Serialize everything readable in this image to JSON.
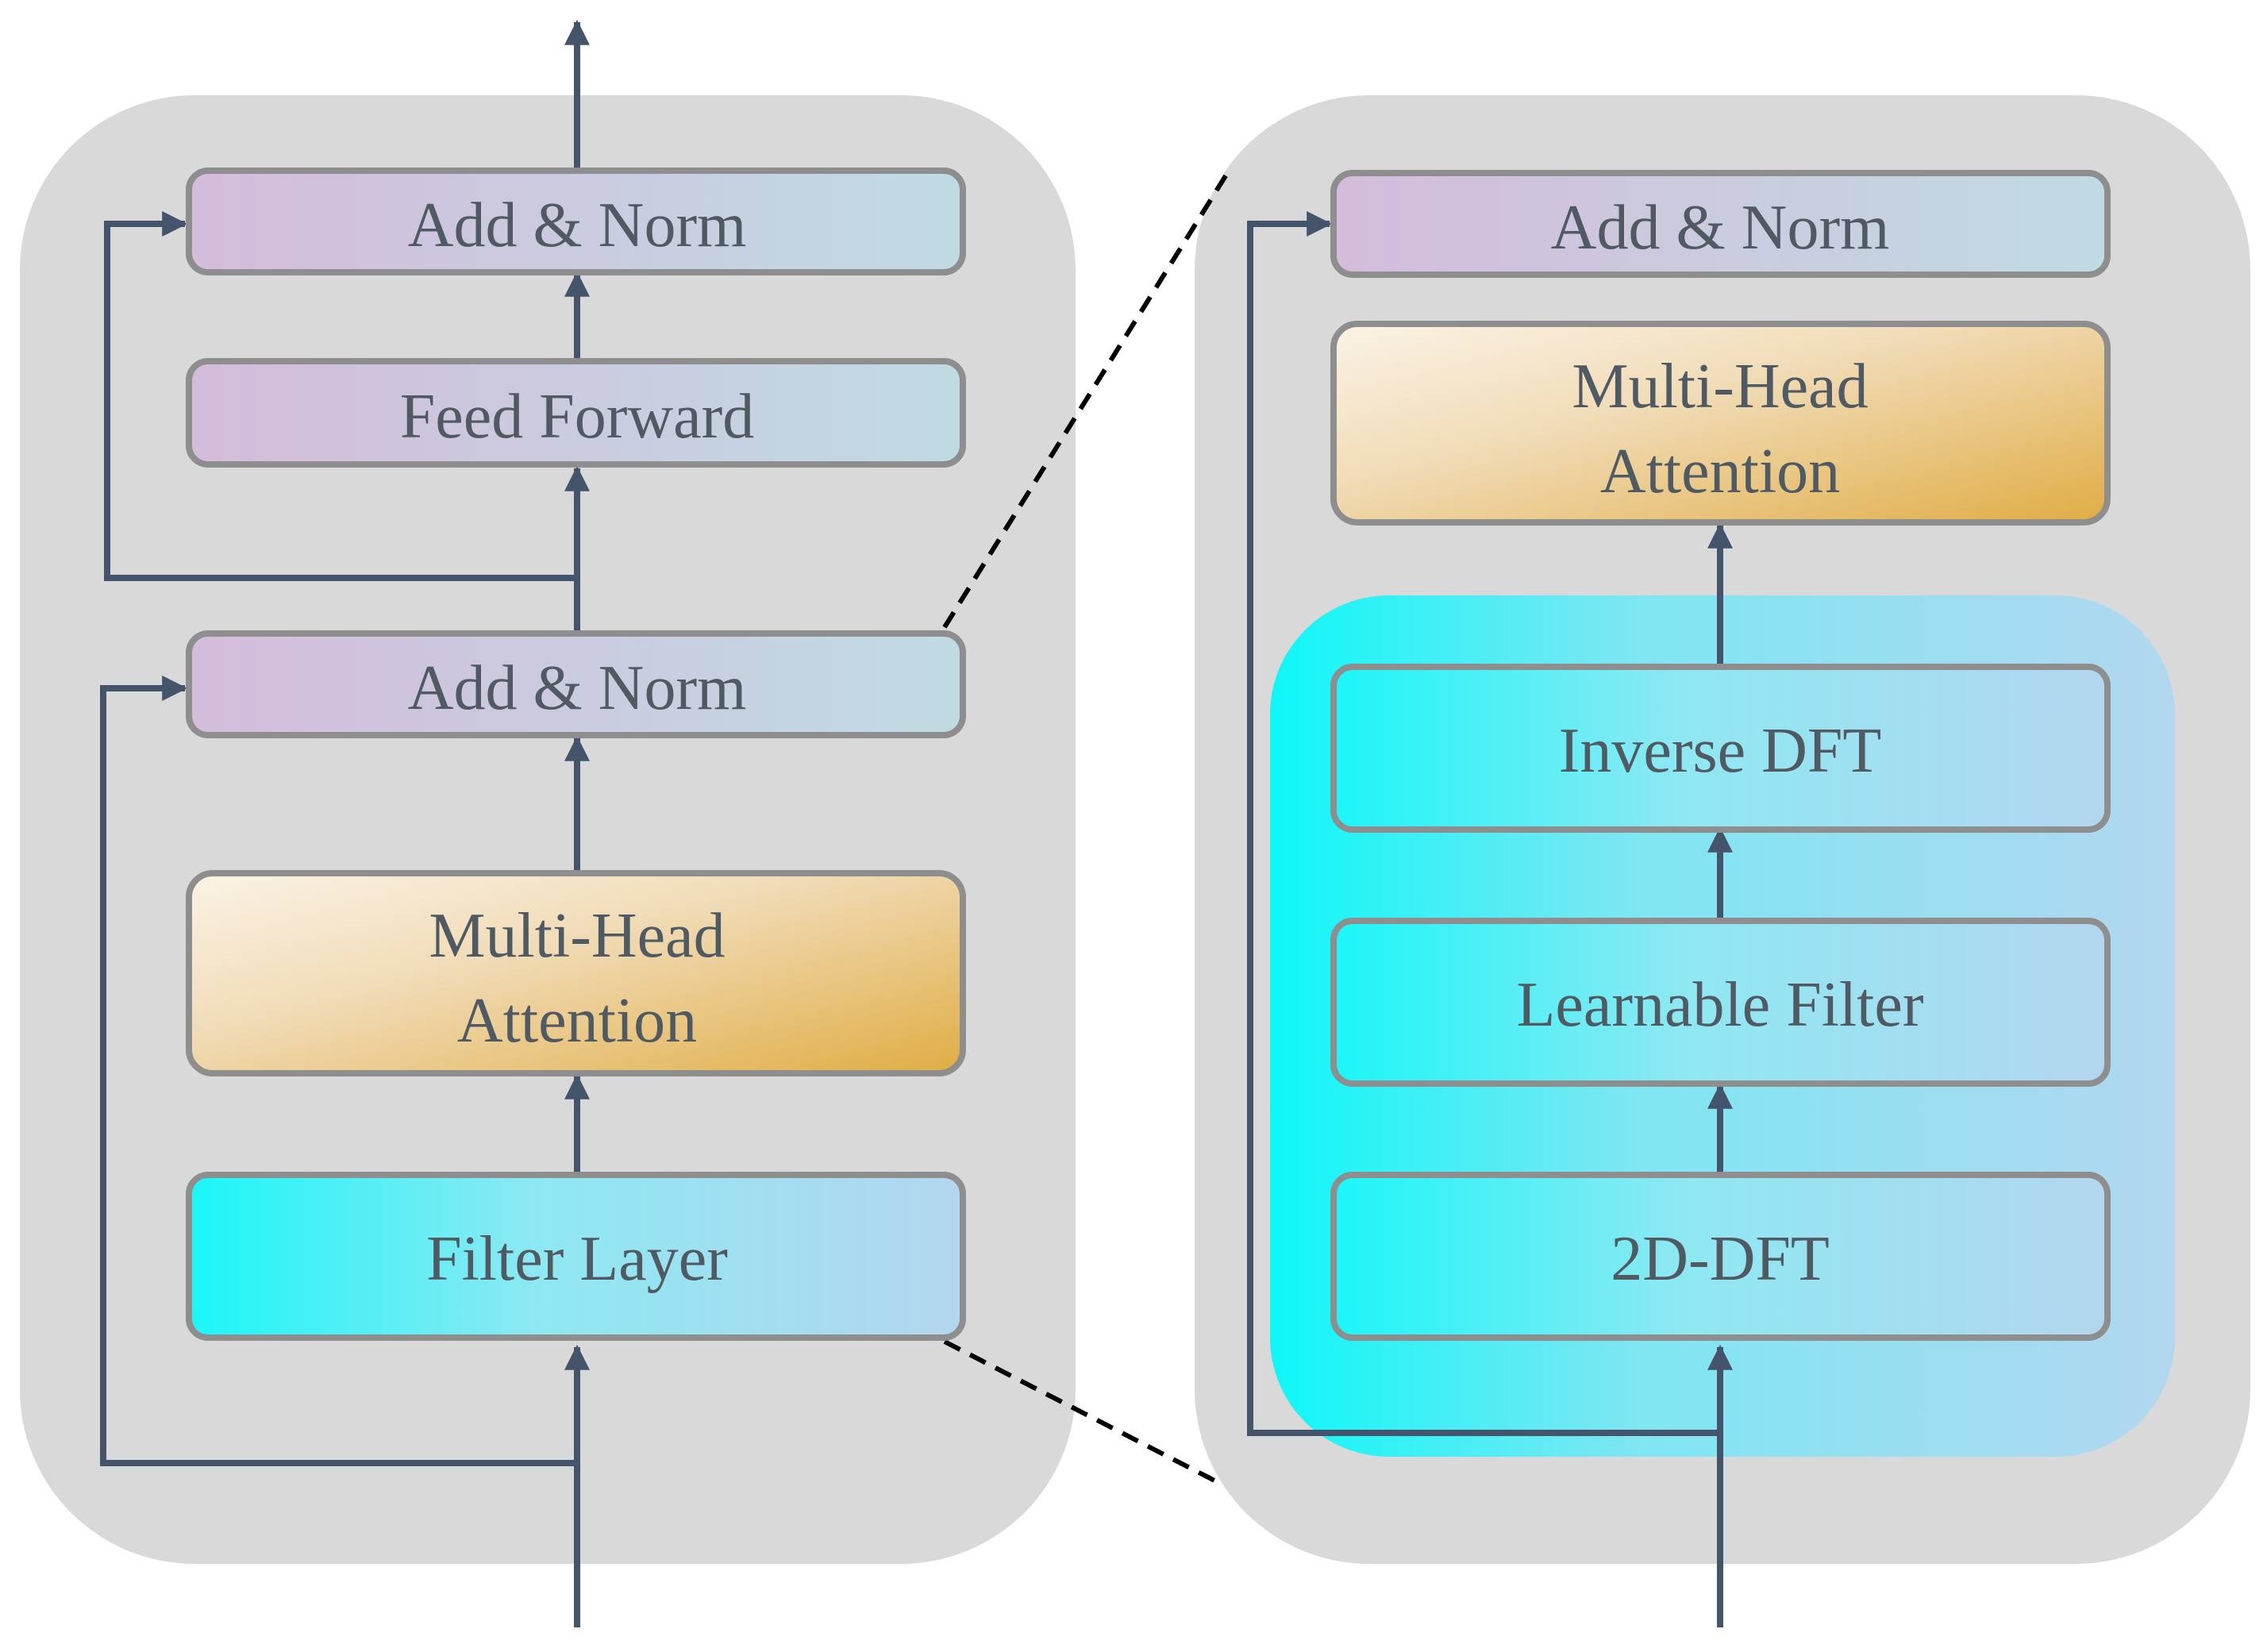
{
  "colors": {
    "panel": "#d9d9d9",
    "arrow": "#44546a",
    "box_border": "#8e8e8e",
    "norm_gradient": [
      "#d4bcdb",
      "#c0dbe3"
    ],
    "attention_gradient": [
      "#f8eedc",
      "#e2b14c"
    ],
    "filter_gradient": [
      "#1cf6f8",
      "#b2d6ef"
    ]
  },
  "left_block": {
    "add_norm_top": "Add & Norm",
    "feed_forward": "Feed Forward",
    "add_norm_bottom": "Add & Norm",
    "attention_line1": "Multi-Head",
    "attention_line2": "Attention",
    "filter_layer": "Filter Layer"
  },
  "right_block": {
    "add_norm": "Add & Norm",
    "attention_line1": "Multi-Head",
    "attention_line2": "Attention",
    "inverse_dft": "Inverse DFT",
    "learnable_filter": "Learnable Filter",
    "dft_2d": "2D-DFT"
  }
}
